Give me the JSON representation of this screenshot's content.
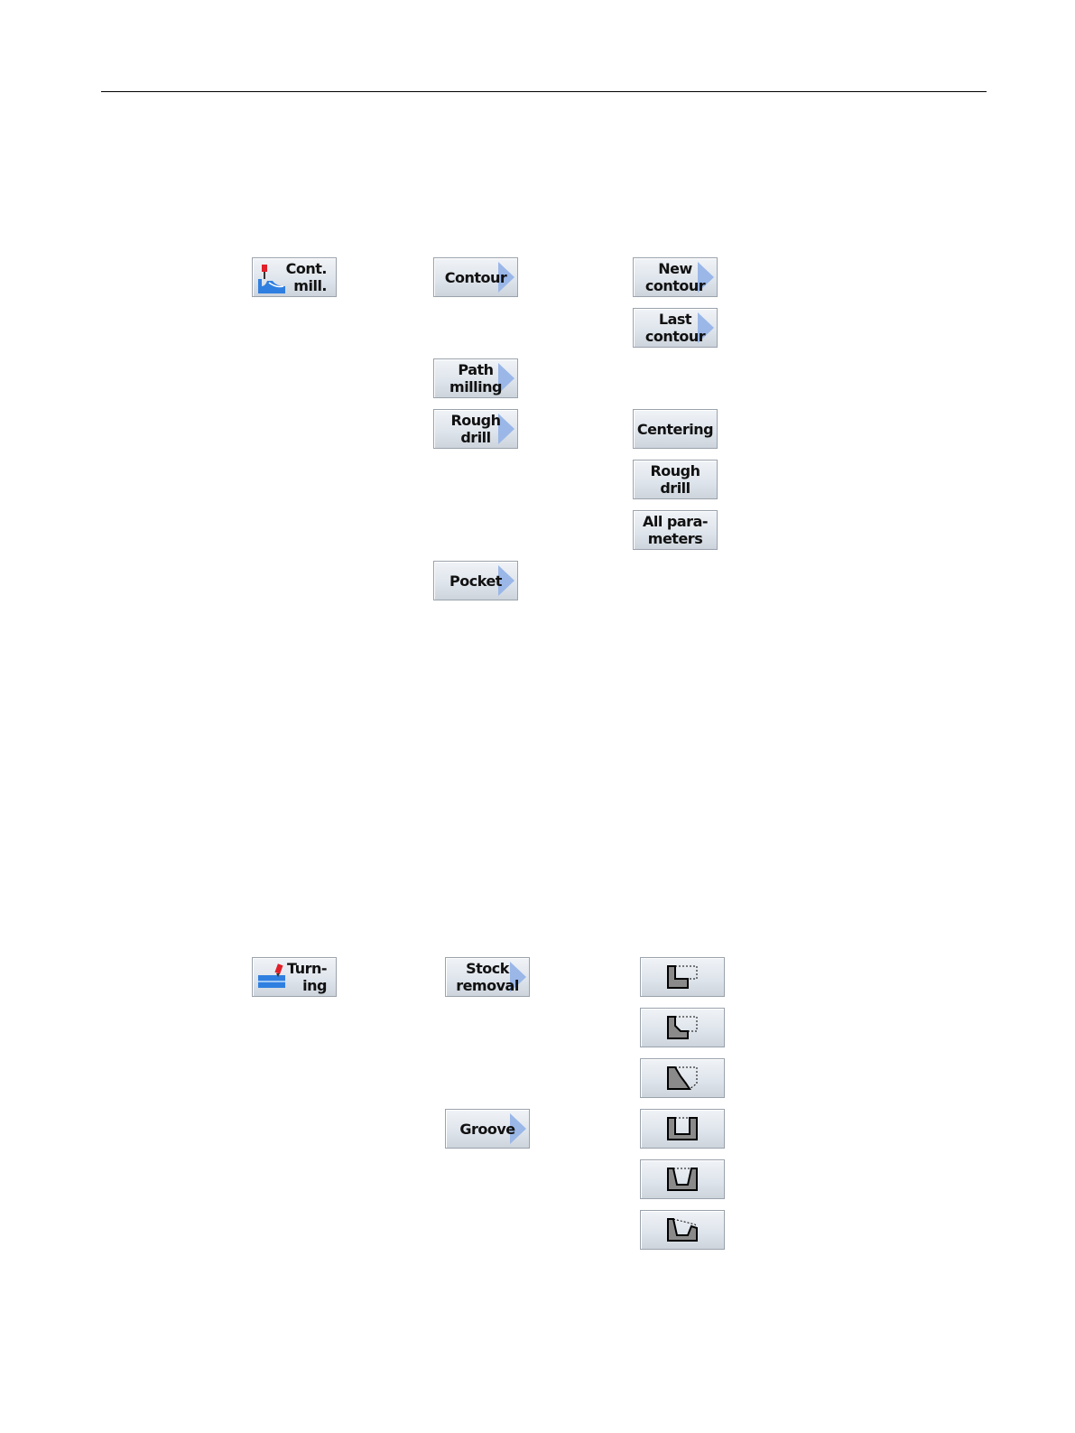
{
  "milling": {
    "main": {
      "label": "Cont.\nmill.",
      "icon": "contour-milling-icon"
    },
    "level1": [
      {
        "label": "Contour",
        "arrow": true
      },
      {
        "label": "Path\nmilling",
        "arrow": true
      },
      {
        "label": "Rough\ndrill",
        "arrow": true
      },
      {
        "label": "Pocket",
        "arrow": true
      }
    ],
    "level2": [
      {
        "label": "New\ncontour",
        "arrow": true
      },
      {
        "label": "Last\ncontour",
        "arrow": true
      },
      {
        "label": "Centering",
        "arrow": false
      },
      {
        "label": "Rough\ndrill",
        "arrow": false
      },
      {
        "label": "All para-\nmeters",
        "arrow": false
      }
    ]
  },
  "turning": {
    "main": {
      "label": "Turn-\ning",
      "icon": "turning-icon"
    },
    "level1": [
      {
        "label": "Stock\nremoval",
        "arrow": true
      },
      {
        "label": "Groove",
        "arrow": true
      }
    ],
    "level2": [
      {
        "icon": "stock-removal-rectangular-icon"
      },
      {
        "icon": "stock-removal-chamfer-icon"
      },
      {
        "icon": "stock-removal-radius-icon"
      },
      {
        "icon": "groove-rectangular-icon"
      },
      {
        "icon": "groove-trapezoid-icon"
      },
      {
        "icon": "groove-trapezoid-slanted-icon"
      }
    ]
  },
  "colors": {
    "accent_arrow": "#9ab7e8",
    "icon_blue": "#2f7fe0",
    "icon_red": "#e0202a",
    "shape_fill": "#8a8a8a"
  }
}
